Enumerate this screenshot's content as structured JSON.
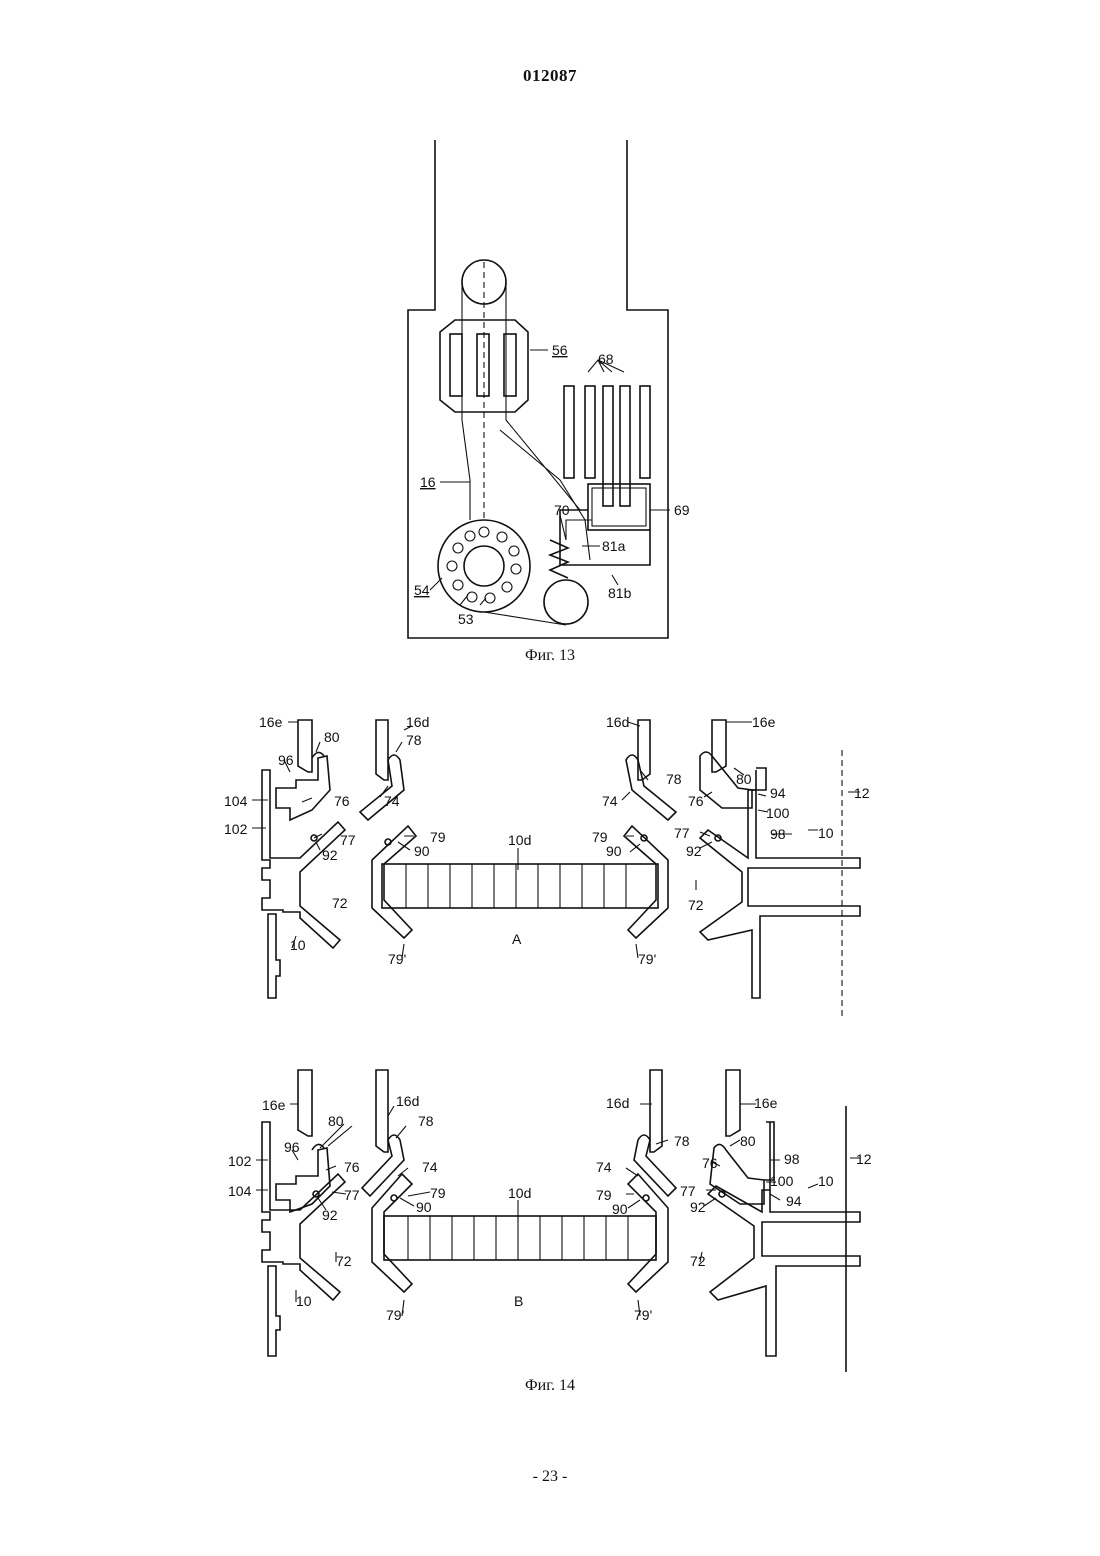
{
  "header": {
    "doc_number": "012087"
  },
  "fig13": {
    "caption": "Фиг. 13",
    "labels": {
      "l56": "56",
      "l68": "68",
      "l16": "16",
      "l69": "69",
      "l70": "70",
      "l81a": "81a",
      "l54": "54",
      "l81b": "81b",
      "l53": "53"
    }
  },
  "fig14": {
    "caption": "Фиг. 14",
    "panelA": {
      "letter": "A",
      "labels": {
        "l16e_l": "16e",
        "l80_l": "80",
        "l16d_l": "16d",
        "l78_l": "78",
        "l96": "96",
        "l104": "104",
        "l76_l": "76",
        "l74_l": "74",
        "l102": "102",
        "l77_l": "77",
        "l92_l": "92",
        "l79_l": "79",
        "l90_l": "90",
        "l10d": "10d",
        "l72_l": "72",
        "l10_l": "10",
        "l79p_l": "79'",
        "l16d_r": "16d",
        "l78_r": "78",
        "l74_r": "74",
        "l79_r": "79",
        "l90_r": "90",
        "l16e_r": "16e",
        "l80_r": "80",
        "l76_r": "76",
        "l94": "94",
        "l100": "100",
        "l12": "12",
        "l98": "98",
        "l10_r": "10",
        "l77_r": "77",
        "l92_r": "92",
        "l72_r": "72",
        "l79p_r": "79'"
      }
    },
    "panelB": {
      "letter": "B",
      "labels": {
        "l16e_l": "16e",
        "l80_l": "80",
        "l16d_l": "16d",
        "l78_l": "78",
        "l96": "96",
        "l102": "102",
        "l76_l": "76",
        "l74_l": "74",
        "l104": "104",
        "l77_l": "77",
        "l79_l": "79",
        "l92_l": "92",
        "l90_l": "90",
        "l10d": "10d",
        "l72_l": "72",
        "l10_l": "10",
        "l79p_l": "79'",
        "l16d_r": "16d",
        "l78_r": "78",
        "l74_r": "74",
        "l79_r": "79",
        "l90_r": "90",
        "l16e_r": "16e",
        "l80_r": "80",
        "l98": "98",
        "l12": "12",
        "l76_r": "76",
        "l100": "100",
        "l10_r": "10",
        "l77_r": "77",
        "l94": "94",
        "l92_r": "92",
        "l72_r": "72",
        "l79p_r": "79'"
      }
    }
  },
  "footer": {
    "page_number": "- 23 -"
  }
}
